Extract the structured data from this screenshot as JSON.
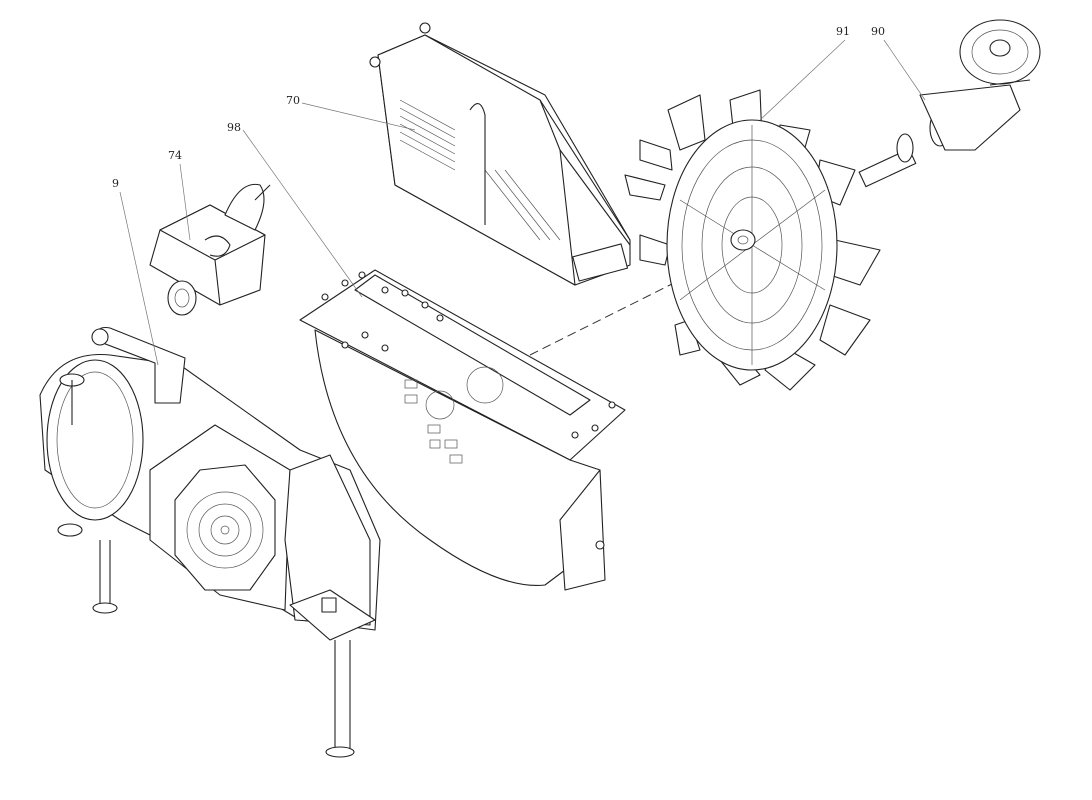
{
  "diagram": {
    "callouts": [
      {
        "id": "cover",
        "label": "70"
      },
      {
        "id": "frame",
        "label": "98"
      },
      {
        "id": "motor",
        "label": "74"
      },
      {
        "id": "housing",
        "label": "9"
      },
      {
        "id": "rotor",
        "label": "91"
      },
      {
        "id": "shaft-pulley",
        "label": "90"
      }
    ]
  }
}
